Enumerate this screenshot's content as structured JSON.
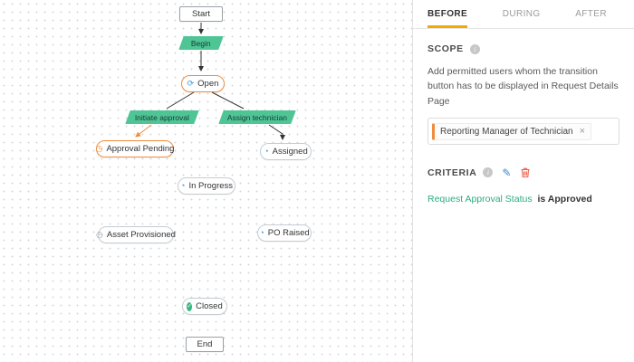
{
  "canvas": {
    "nodes": {
      "start": "Start",
      "begin": "Begin",
      "open": "Open",
      "initiate_approval": "Initiate approval",
      "assign_technician": "Assign technician",
      "approval_pending": "Approval Pending",
      "assigned": "Assigned",
      "in_progress": "In Progress",
      "asset_provisioned": "Asset Provisioned",
      "po_raised": "PO Raised",
      "closed": "Closed",
      "end": "End"
    }
  },
  "icons": {
    "open": "⟳",
    "approval_pending": "◷",
    "assigned": "◔",
    "in_progress": "◔",
    "asset_provisioned": "◷",
    "po_raised": "◔",
    "closed": "✓",
    "info": "i",
    "edit": "✎",
    "chip_remove": "×"
  },
  "panel": {
    "tabs": [
      {
        "label": "BEFORE"
      },
      {
        "label": "DURING"
      },
      {
        "label": "AFTER"
      }
    ],
    "active_tab": "BEFORE",
    "scope": {
      "title": "SCOPE",
      "description": "Add permitted users whom the transition button has to be displayed in Request Details Page",
      "chip": "Reporting Manager of Technician"
    },
    "criteria": {
      "title": "CRITERIA",
      "field": "Request Approval Status",
      "value": "is Approved"
    }
  },
  "colors": {
    "accent_orange": "#ef8c3e",
    "transition_green": "#4fc596",
    "tab_underline": "#f2a900",
    "criteria_field_green": "#2bae7e",
    "icon_blue": "#3f94dc"
  }
}
